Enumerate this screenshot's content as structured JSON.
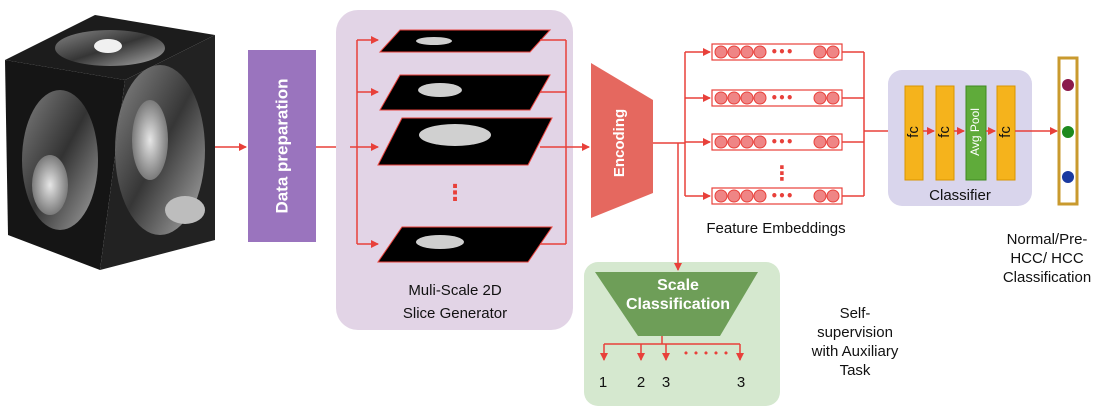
{
  "colors": {
    "arrow": "#e8403a",
    "prep_box": "#9a74be",
    "generator_panel": "#e2d4e6",
    "encoder": "#e5685f",
    "embedding_node": "#ef8585",
    "classifier_panel": "#d9d5ec",
    "fc_layer": "#f5b31c",
    "avg_pool": "#5fab3a",
    "aux_panel": "#d5e8cf",
    "aux_trapezoid": "#6e9e58",
    "output_frame": "#c99a2e",
    "output_class_1": "#8b1a4a",
    "output_class_2": "#1e8a1e",
    "output_class_3": "#1a3aa0"
  },
  "blocks": {
    "data_preparation": "Data preparation",
    "encoding": "Encoding"
  },
  "generator": {
    "caption_line1": "Muli-Scale 2D",
    "caption_line2": "Slice Generator",
    "ellipsis": "⋮"
  },
  "embeddings": {
    "caption": "Feature Embeddings",
    "row_dots": "•••",
    "column_dots": "⋮"
  },
  "classifier": {
    "caption": "Classifier",
    "layers": [
      "fc",
      "fc",
      "Avg Pool",
      "fc"
    ]
  },
  "output": {
    "label_lines": [
      "Normal/Pre-",
      "HCC/ HCC",
      "Classification"
    ]
  },
  "auxiliary": {
    "title_line1": "Scale",
    "title_line2": "Classification",
    "labels": [
      "1",
      "2",
      "3",
      "3"
    ],
    "dots": "• • • • •",
    "side_lines": [
      "Self-",
      "supervision",
      "with Auxiliary",
      "Task"
    ]
  }
}
